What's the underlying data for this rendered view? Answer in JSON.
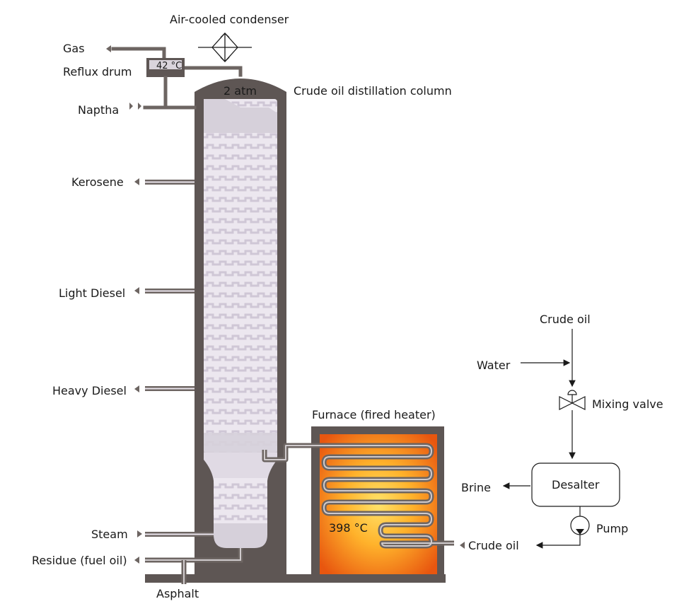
{
  "labels": {
    "condenser": "Air-cooled condenser",
    "gas": "Gas",
    "reflux_drum": "Reflux drum",
    "drum_temp": "42 °C",
    "column_pressure": "2 atm",
    "column": "Crude oil distillation column",
    "naptha": "Naptha",
    "kerosene": "Kerosene",
    "light_diesel": "Light Diesel",
    "heavy_diesel": "Heavy Diesel",
    "steam": "Steam",
    "residue": "Residue (fuel oil)",
    "asphalt": "Asphalt",
    "furnace": "Furnace (fired heater)",
    "furnace_temp": "398 °C",
    "crude_oil_in": "Crude oil",
    "crude_oil_top": "Crude oil",
    "water": "Water",
    "mixing_valve": "Mixing valve",
    "desalter": "Desalter",
    "brine": "Brine",
    "pump": "Pump"
  },
  "colors": {
    "shell": "#5e5654",
    "pipe": "#6d6562",
    "interior": "#e9e4ec",
    "tray": "#cfc7d6",
    "furnace_hot": "#ffd24a",
    "furnace_edge": "#e8560f"
  }
}
